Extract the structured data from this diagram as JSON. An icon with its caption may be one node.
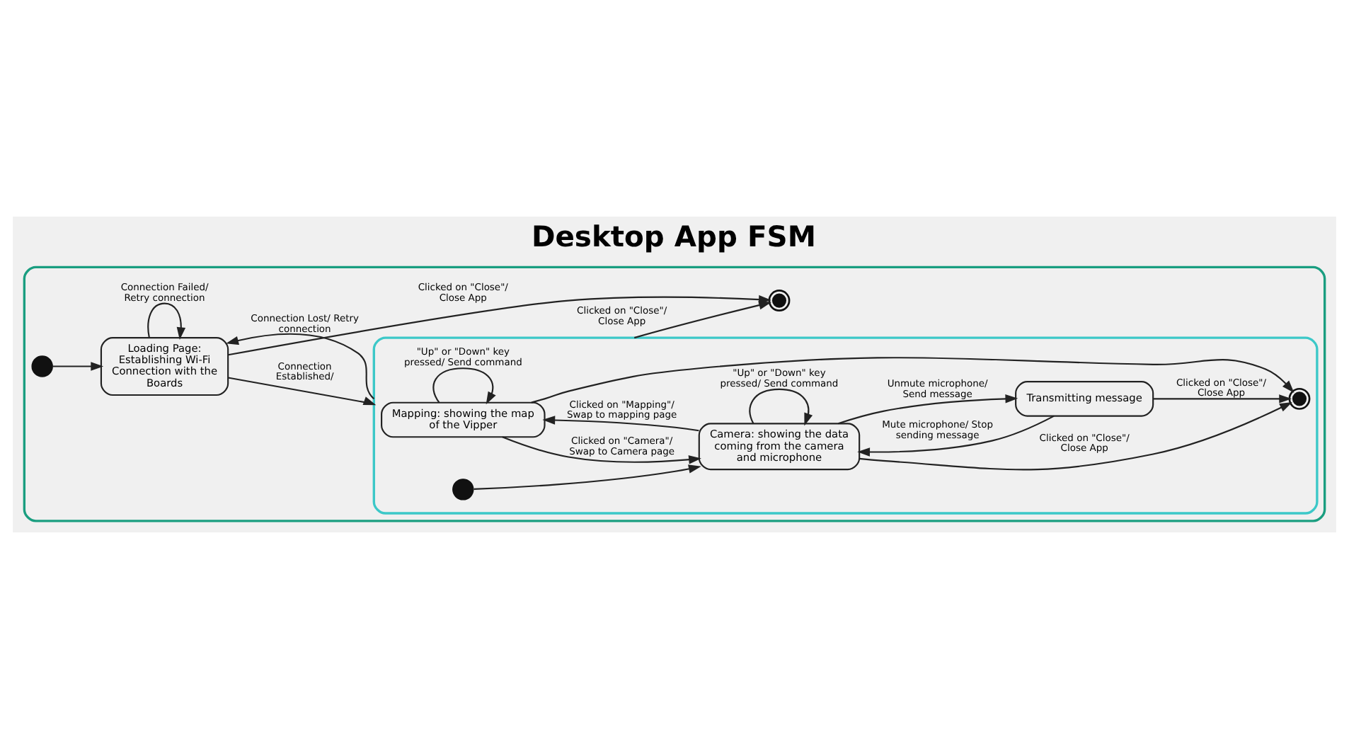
{
  "diagram": {
    "title": "Desktop App FSM",
    "nodes": [
      {
        "text": [],
        "shape": "box"
      },
      {
        "text": [],
        "shape": "circle",
        "in": 0
      },
      {
        "text": [
          "Loading Page: Establishing Wi-Fi Connection with the Boards"
        ],
        "in": 0
      },
      {
        "text": [],
        "shape": "circle",
        "in": 0
      },
      {
        "text": [],
        "shape": "box",
        "in": 0
      },
      {
        "text": [
          "Mapping: showing the map of the Vipper"
        ],
        "in": 4
      },
      {
        "text": [],
        "shape": "circle",
        "in": 4
      },
      {
        "text": [
          "Camera: showing the data coming from the camera and microphone"
        ],
        "in": 4
      },
      {
        "text": [
          "Transmitting message"
        ],
        "in": 4
      },
      {
        "text": [],
        "shape": "circle",
        "in": 4
      }
    ],
    "edges": [
      {
        "from": 1,
        "to": 2,
        "arrow": "to"
      },
      {
        "from": 2,
        "to": 4,
        "arrow": "to",
        "label": "Connection Established/"
      },
      {
        "from": 2,
        "to": 2,
        "arrow": "to",
        "label": "Connection Failed/ Retry connection"
      },
      {
        "from": 2,
        "to": 3,
        "arrow": "to",
        "label": "Clicked on \"Close\"/ Close App"
      },
      {
        "from": 4,
        "to": 2,
        "arrow": "to",
        "label": "Connection Lost/ Retry connection"
      },
      {
        "from": 4,
        "to": 3,
        "arrow": "to",
        "label": "Clicked on \"Close\"/ Close App"
      },
      {
        "from": 6,
        "to": 7,
        "arrow": "to"
      },
      {
        "from": 7,
        "to": 5,
        "arrow": "to",
        "label": "Clicked on \"Mapping\"/ Swap to mapping page"
      },
      {
        "from": 5,
        "to": 7,
        "arrow": "to",
        "label": "Clicked on \"Camera\"/ Swap to Camera page"
      },
      {
        "from": 5,
        "to": 5,
        "arrow": "to",
        "label": "\"Up\" or \"Down\" key pressed/ Send command"
      },
      {
        "from": 7,
        "to": 7,
        "arrow": "to",
        "label": "\"Up\" or \"Down\" key pressed/ Send command"
      },
      {
        "from": 7,
        "to": 8,
        "arrow": "to",
        "label": "Unmute microphone/ Send message"
      },
      {
        "from": 8,
        "to": 7,
        "arrow": "to",
        "label": "Mute microphone/ Stop sending message"
      },
      {
        "from": 7,
        "to": 9,
        "arrow": "to",
        "label": "Clicked on \"Close\"/ Close App"
      },
      {
        "from": 5,
        "to": 9,
        "arrow": "to"
      },
      {
        "from": 8,
        "to": 9,
        "arrow": "to",
        "label": "Clicked on \"Close\"/ Close App"
      }
    ]
  }
}
